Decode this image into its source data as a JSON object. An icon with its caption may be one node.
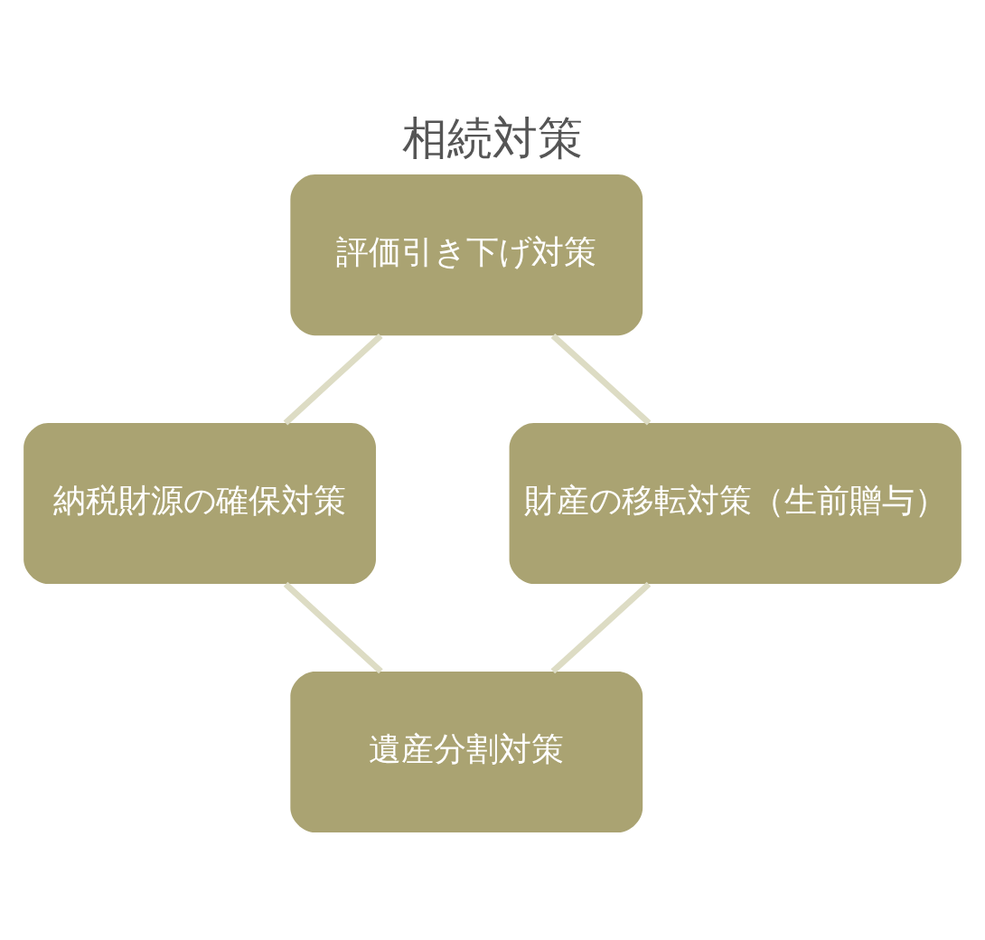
{
  "diagram": {
    "title": "相続対策",
    "nodes": [
      {
        "text": [
          "評価引き下げ対策"
        ]
      },
      {
        "text": [
          "納税財源の確保対策"
        ]
      },
      {
        "text": [
          "財産の移転対策（生前贈与）"
        ]
      },
      {
        "text": [
          "遺産分割対策"
        ]
      }
    ],
    "edges": [
      {
        "from": 0,
        "to": 1,
        "arrow": "none"
      },
      {
        "from": 0,
        "to": 2,
        "arrow": "none"
      },
      {
        "from": 1,
        "to": 3,
        "arrow": "none"
      },
      {
        "from": 2,
        "to": 3,
        "arrow": "none"
      }
    ]
  }
}
